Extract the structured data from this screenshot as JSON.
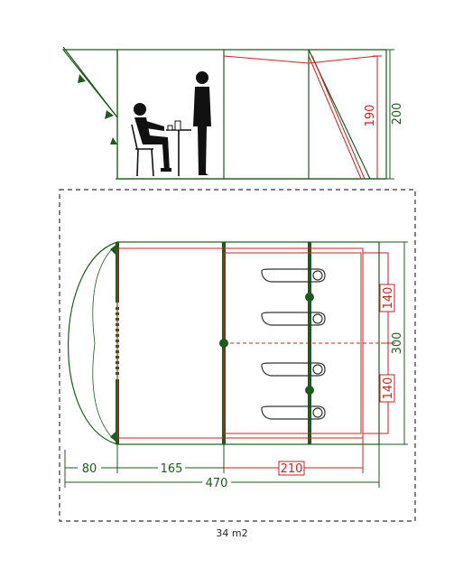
{
  "side_view": {
    "height_inner": "190",
    "height_outer": "200"
  },
  "floor_plan": {
    "dim_porch": "80",
    "dim_living": "165",
    "dim_bedroom": "210",
    "dim_total_length": "470",
    "dim_width": "300",
    "dim_cabin_top": "140",
    "dim_cabin_bottom": "140",
    "area": "34 m2"
  },
  "colors": {
    "outer": "#1e5a1e",
    "inner": "#cc1f1f",
    "figure": "#111111",
    "outline": "#333333"
  }
}
